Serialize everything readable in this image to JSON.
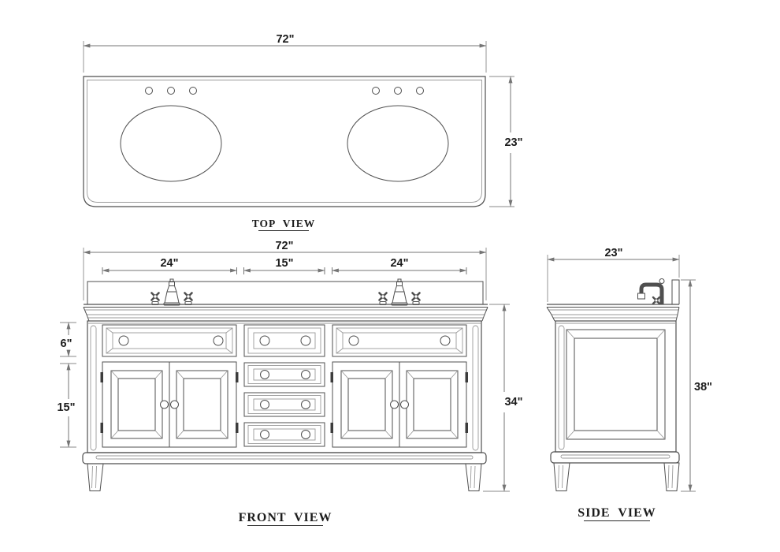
{
  "drawing": {
    "top_view": {
      "title": "TOP VIEW",
      "dim_width": "72\"",
      "dim_depth": "23\""
    },
    "front_view": {
      "title": "FRONT VIEW",
      "dim_width": "72\"",
      "dim_left_section": "24\"",
      "dim_center_section": "15\"",
      "dim_right_section": "24\"",
      "dim_top_drawer_height": "6\"",
      "dim_door_height": "15\"",
      "dim_cabinet_height": "34\""
    },
    "side_view": {
      "title": "SIDE VIEW",
      "dim_depth": "23\"",
      "dim_total_height": "38\""
    }
  },
  "colors": {
    "background": "#ffffff",
    "line": "#4f4f4f",
    "line_light": "#9a9a9a",
    "dim": "#757575",
    "text": "#1c1c1c"
  }
}
